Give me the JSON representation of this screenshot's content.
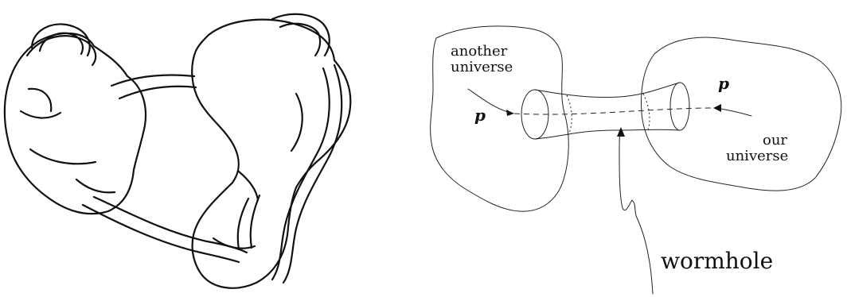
{
  "right_diagram": {
    "label_another": "another",
    "label_universe_1": "universe",
    "label_our": "our",
    "label_universe_2": "universe",
    "label_p_left": "p",
    "label_p_right": "p",
    "label_wormhole": "wormhole"
  }
}
